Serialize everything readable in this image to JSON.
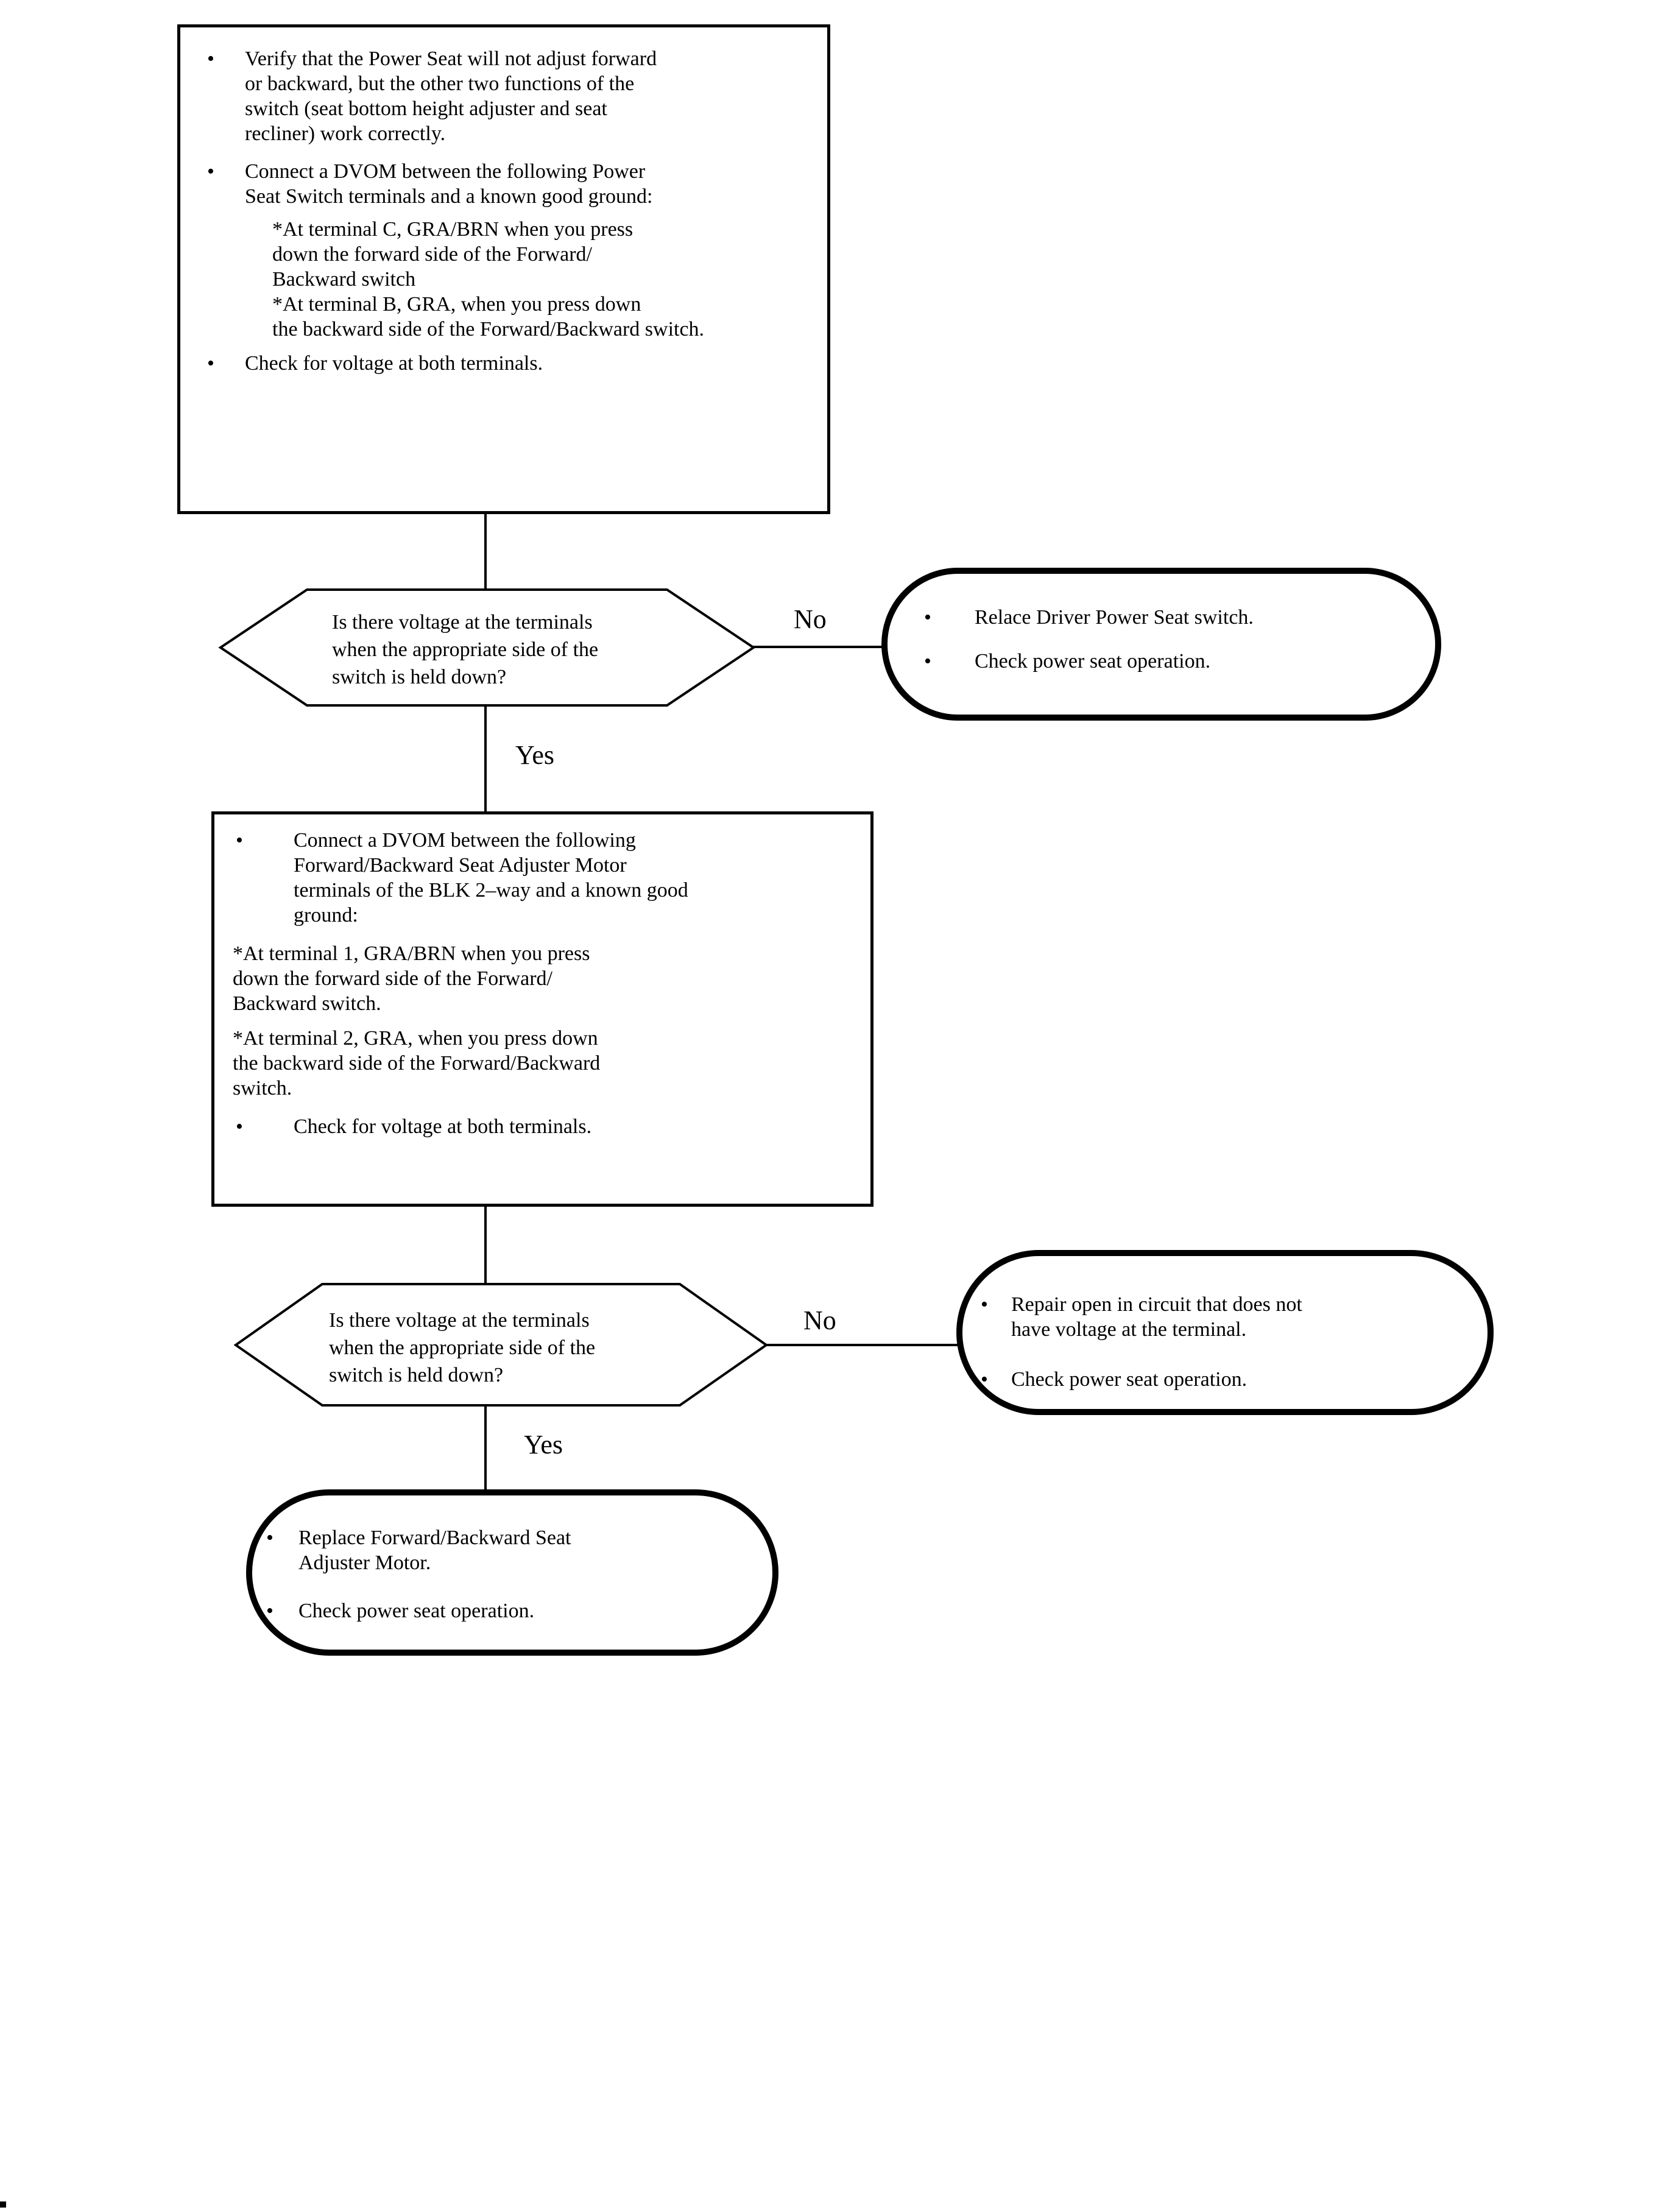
{
  "canvas": {
    "background": "#ffffff",
    "ink": "#000000"
  },
  "glyphs": {
    "bullet": "•"
  },
  "steps": {
    "step1": {
      "bullet1": "Verify that the Power Seat will not adjust forward\nor backward, but the other two functions of the\nswitch (seat bottom height adjuster and seat\nrecliner) work correctly.",
      "bullet2": "Connect a DVOM between the following Power\nSeat Switch terminals and a known good ground:",
      "substeps": "*At terminal C, GRA/BRN when you press\ndown the forward side of the Forward/\nBackward switch\n*At terminal B, GRA, when you press down\nthe backward side of the Forward/Backward switch.",
      "bullet3": "Check for voltage at both terminals."
    },
    "decision1": {
      "question": "Is there voltage at the terminals\nwhen the appropriate side of the\nswitch is held down?",
      "no_label": "No",
      "yes_label": "Yes"
    },
    "outcome_no1": {
      "bullet1": "Relace Driver Power Seat switch.",
      "bullet2": "Check power seat operation."
    },
    "step2": {
      "bullet1": "Connect a DVOM between the following\nForward/Backward Seat Adjuster Motor\nterminals of the BLK 2–way and a known good\nground:",
      "substep1": "*At terminal 1, GRA/BRN when you press\ndown the forward side of the Forward/\nBackward switch.",
      "substep2": "*At terminal 2, GRA, when you press down\nthe backward side of the Forward/Backward\nswitch.",
      "bullet2": "Check for voltage at both terminals."
    },
    "decision2": {
      "question": "Is there voltage at the terminals\nwhen the appropriate side of the\nswitch is held down?",
      "no_label": "No",
      "yes_label": "Yes"
    },
    "outcome_no2": {
      "bullet1": "Repair open in circuit that does not\nhave voltage at the terminal.",
      "bullet2": "Check power seat operation."
    },
    "outcome_yes": {
      "bullet1": "Replace Forward/Backward Seat\nAdjuster Motor.",
      "bullet2": "Check power seat operation."
    }
  }
}
